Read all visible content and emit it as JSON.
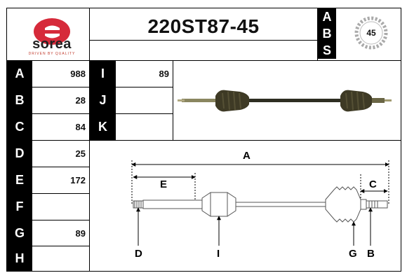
{
  "brand": {
    "name": "sorea",
    "tagline": "DRIVEN BY QUALITY",
    "colors": {
      "logo_red": "#d62a3a",
      "logo_dark": "#222222"
    }
  },
  "part_number": "220ST87-45",
  "abs": {
    "letters": [
      "A",
      "B",
      "S"
    ],
    "teeth": "45"
  },
  "dimensions": [
    {
      "label": "A",
      "value": "988"
    },
    {
      "label": "B",
      "value": "28"
    },
    {
      "label": "C",
      "value": "84"
    },
    {
      "label": "D",
      "value": "25"
    },
    {
      "label": "E",
      "value": "172"
    },
    {
      "label": "F",
      "value": ""
    },
    {
      "label": "G",
      "value": "89"
    },
    {
      "label": "H",
      "value": ""
    },
    {
      "label": "I",
      "value": "89"
    },
    {
      "label": "J",
      "value": ""
    },
    {
      "label": "K",
      "value": ""
    }
  ],
  "diagram": {
    "labels": {
      "A": "A",
      "E": "E",
      "C": "C",
      "D": "D",
      "I": "I",
      "G": "G",
      "B": "B"
    }
  }
}
